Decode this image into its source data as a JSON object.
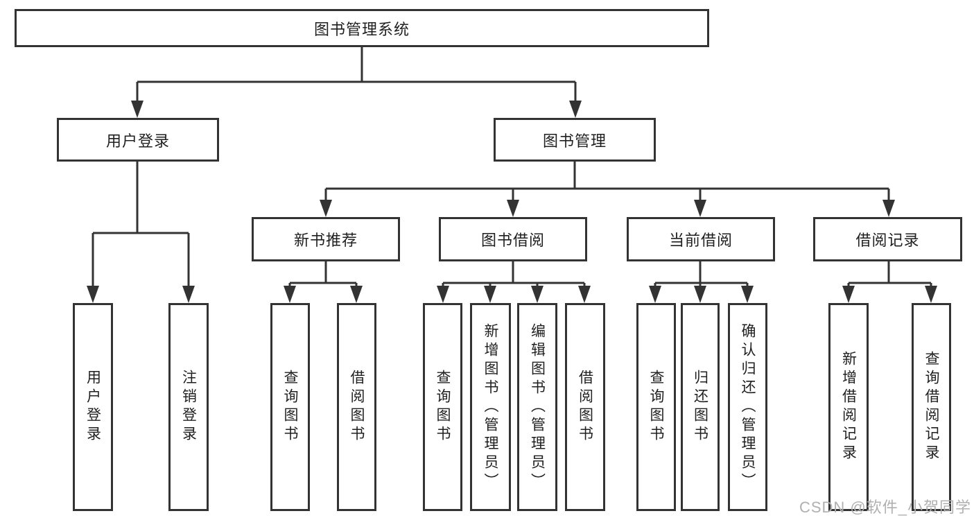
{
  "diagram": {
    "root": {
      "label": "图书管理系统"
    },
    "branches": [
      {
        "label": "用户登录",
        "children": [
          {
            "label": "用户登录"
          },
          {
            "label": "注销登录"
          }
        ]
      },
      {
        "label": "图书管理",
        "children": [
          {
            "label": "新书推荐",
            "children": [
              {
                "label": "查询图书"
              },
              {
                "label": "借阅图书"
              }
            ]
          },
          {
            "label": "图书借阅",
            "children": [
              {
                "label": "查询图书"
              },
              {
                "label": "新增图书（管理员）"
              },
              {
                "label": "编辑图书（管理员）"
              },
              {
                "label": "借阅图书"
              }
            ]
          },
          {
            "label": "当前借阅",
            "children": [
              {
                "label": "查询图书"
              },
              {
                "label": "归还图书"
              },
              {
                "label": "确认归还（管理员）"
              }
            ]
          },
          {
            "label": "借阅记录",
            "children": [
              {
                "label": "新增借阅记录"
              },
              {
                "label": "查询借阅记录"
              }
            ]
          }
        ]
      }
    ]
  },
  "watermark": {
    "text": "CSDN @软件_小贺同学"
  },
  "colors": {
    "line": "#333333",
    "box_border": "#333333",
    "box_fill": "#ffffff",
    "text": "#1f1f1f",
    "watermark": "#b0b0b0",
    "background": "#ffffff"
  }
}
